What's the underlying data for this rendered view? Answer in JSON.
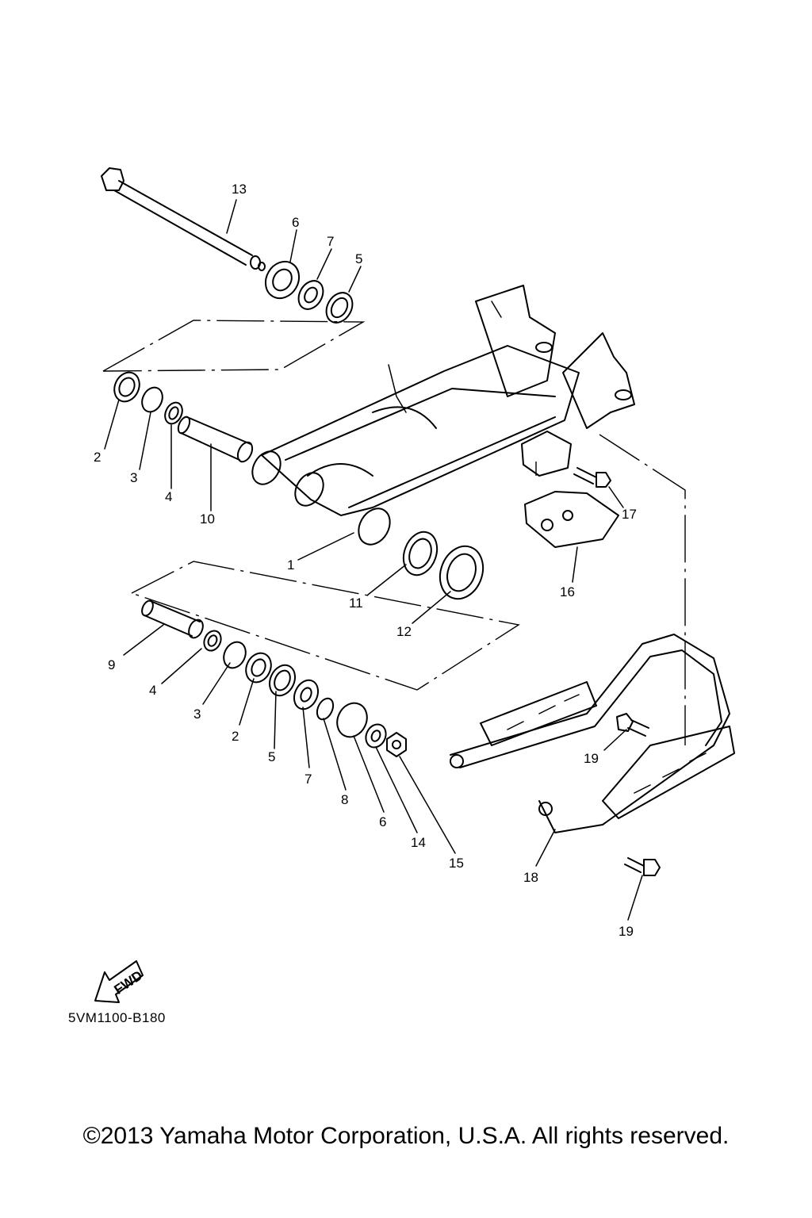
{
  "diagram": {
    "code": "5VM1100-B180",
    "copyright": "©2013 Yamaha Motor Corporation, U.S.A. All rights reserved.",
    "fwd_label": "FWD",
    "callouts": [
      "13",
      "6",
      "7",
      "5",
      "2",
      "3",
      "4",
      "10",
      "1",
      "11",
      "12",
      "16",
      "17",
      "9",
      "4",
      "3",
      "2",
      "5",
      "7",
      "8",
      "6",
      "14",
      "15",
      "19",
      "18",
      "19"
    ]
  }
}
